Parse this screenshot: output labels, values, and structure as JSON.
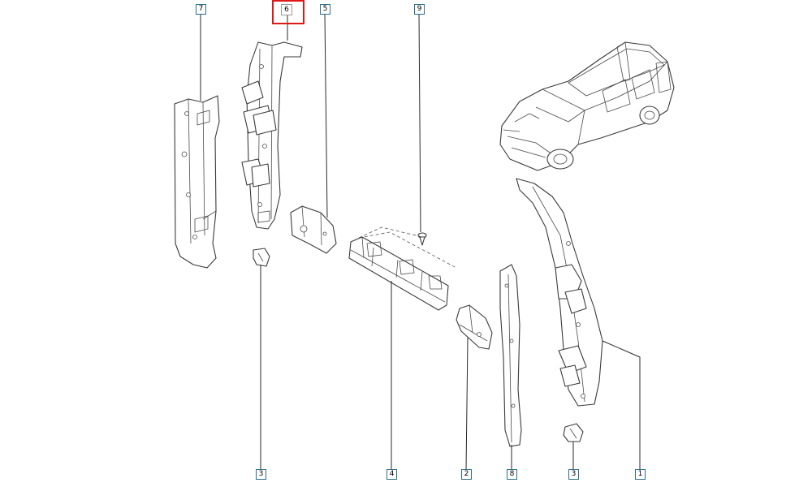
{
  "diagram": {
    "callouts": [
      {
        "id": "c7",
        "text": "7"
      },
      {
        "id": "c6",
        "text": "6",
        "selected": true
      },
      {
        "id": "c5",
        "text": "5"
      },
      {
        "id": "c9",
        "text": "9"
      },
      {
        "id": "c3a",
        "text": "3"
      },
      {
        "id": "c4",
        "text": "4"
      },
      {
        "id": "c2",
        "text": "2"
      },
      {
        "id": "c8",
        "text": "8"
      },
      {
        "id": "c3b",
        "text": "3"
      },
      {
        "id": "c1",
        "text": "1"
      }
    ],
    "colors": {
      "callout_border": "#2b6f8c",
      "selection": "#e01818",
      "line": "#3a3a3a"
    }
  }
}
